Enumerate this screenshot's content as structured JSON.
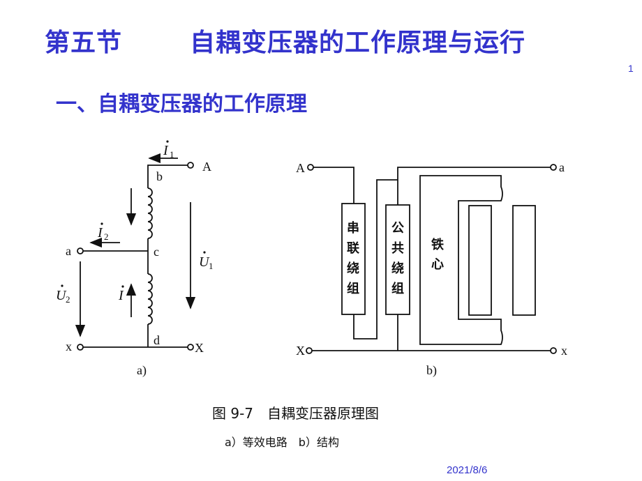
{
  "title": {
    "section": "第五节",
    "topic": "自耦变压器的工作原理与运行"
  },
  "subtitle": "一、自耦变压器的工作原理",
  "page_number": "1",
  "date": "2021/8/6",
  "figure": {
    "a": {
      "label": "a)",
      "nodes": {
        "A": "A",
        "b": "b",
        "c": "c",
        "d": "d",
        "a": "a",
        "x": "x",
        "X": "X"
      },
      "I1": "I",
      "I1_sub": "1",
      "I2": "I",
      "I2_sub": "2",
      "I": "I",
      "U1": "U",
      "U1_sub": "1",
      "U2": "U",
      "U2_sub": "2"
    },
    "b": {
      "label": "b)",
      "A": "A",
      "X": "X",
      "a": "a",
      "x": "x",
      "series_winding": [
        "串",
        "联",
        "绕",
        "组"
      ],
      "common_winding": [
        "公",
        "共",
        "绕",
        "组"
      ],
      "core": [
        "铁",
        "心"
      ]
    },
    "caption": "图 9-7　自耦变压器原理图",
    "subcaption": "a）等效电路　b）结构"
  }
}
